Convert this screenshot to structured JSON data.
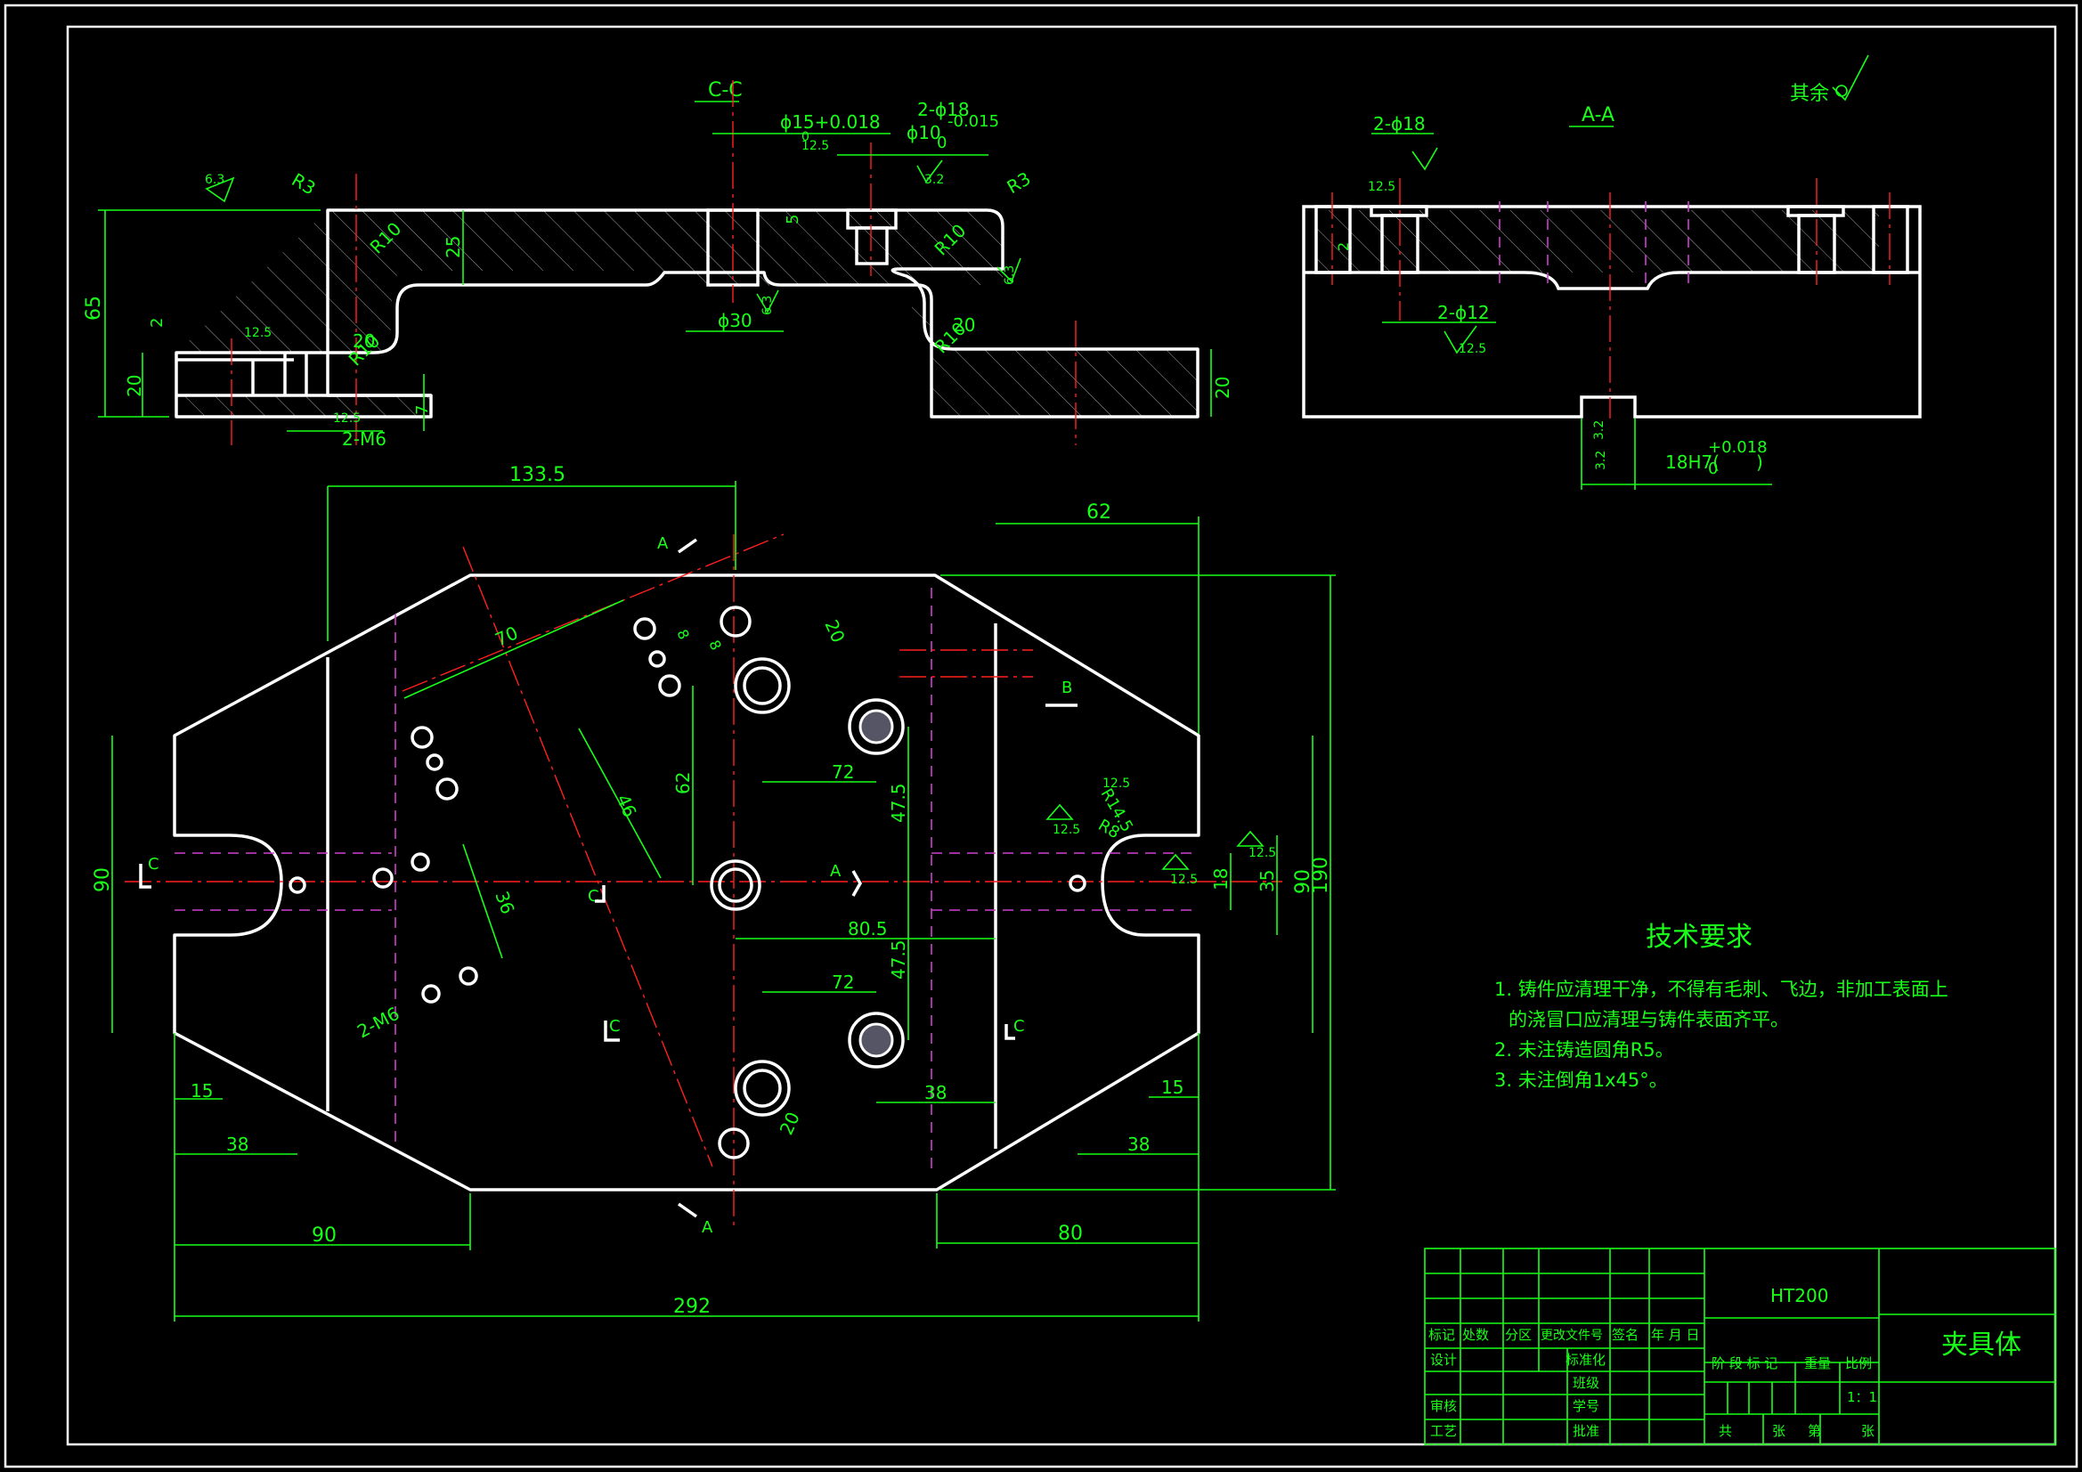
{
  "colors": {
    "background": "#000000",
    "outline": "#ffffff",
    "dimension": "#19ff19",
    "centerline": "#ff2020",
    "hidden": "#d040d0"
  },
  "views": {
    "section_cc": {
      "label": "C-C"
    },
    "section_aa": {
      "label": "A-A"
    }
  },
  "surface_note": "其余",
  "cc_dims": {
    "d15_tol": "ϕ15+0.018",
    "d15_zero": "0",
    "d18": "2-ϕ18",
    "d10": "ϕ10",
    "d10_tol": "-0.015",
    "d10_zero": "0",
    "r3_left": "R3",
    "r3_right": "R3",
    "r10_a": "R10",
    "r10_b": "R10",
    "r10_c": "R10",
    "r10_d": "R10",
    "h65": "65",
    "h25": "25",
    "h5": "5",
    "h2": "2",
    "h20_left": "20",
    "h20_right": "20",
    "h7": "7",
    "w20_a": "20",
    "w20_b": "20",
    "d30": "ϕ30",
    "m6": "2-M6",
    "ra63_a": "6.3",
    "ra63_b": "6.3",
    "ra63_c": "6.3",
    "ra125_a": "12.5",
    "ra125_b": "12.5",
    "ra125_c": "12.5",
    "ra32": "3.2"
  },
  "aa_dims": {
    "d18": "2-ϕ18",
    "d12": "2-ϕ12",
    "ra125_a": "12.5",
    "ra125_b": "12.5",
    "h2": "2",
    "fit": "18H7(",
    "fit_tol": "+0.018",
    "fit_zero": "0",
    "fit_close": ")",
    "ra32_a": "3.2",
    "ra32_b": "3.2"
  },
  "plan_dims": {
    "d133": "133.5",
    "d62_top": "62",
    "d70": "70",
    "d46": "46",
    "d20_a": "20",
    "d20_b": "20",
    "d8_a": "8",
    "d8_b": "8",
    "d62_v": "62",
    "d72_a": "72",
    "d72_b": "72",
    "d47_a": "47.5",
    "d47_b": "47.5",
    "d80_5": "80.5",
    "d36": "36",
    "m6": "2-M6",
    "d90_left": "90",
    "d90_right": "90",
    "d190": "190",
    "d35": "35",
    "d18": "18",
    "d15_l": "15",
    "d15_r": "15",
    "d38_l": "38",
    "d38_r": "38",
    "d38_c": "38",
    "d90_b": "90",
    "d80_b": "80",
    "d292": "292",
    "r14": "R14.5",
    "r8": "R8",
    "ra125_a": "12.5",
    "ra125_b": "12.5",
    "ra125_c": "12.5",
    "ra125_d": "12.5",
    "cut_a_top": "A",
    "cut_a_bot": "A",
    "cut_a_mid": "A",
    "cut_b": "B",
    "cut_c_left": "C",
    "cut_c_right": "C",
    "cut_c_bl": "C",
    "cut_c_mid": "C"
  },
  "tech_req": {
    "title": "技术要求",
    "items": [
      "1. 铸件应清理干净，不得有毛刺、飞边，非加工表面上",
      "的浇冒口应清理与铸件表面齐平。",
      "2. 未注铸造圆角R5。",
      "3. 未注倒角1x45°。"
    ]
  },
  "title_block": {
    "material": "HT200",
    "part_name": "夹具体",
    "h_mark": "标记",
    "h_count": "处数",
    "h_zone": "分区",
    "h_doc": "更改文件号",
    "h_sign": "签名",
    "h_date": "年 月 日",
    "design": "设计",
    "standard": "标准化",
    "class": "班级",
    "review": "审核",
    "student_no": "学号",
    "process": "工艺",
    "approve": "批准",
    "stage": "阶 段 标 记",
    "weight": "重量",
    "scale_h": "比例",
    "scale": "1：1",
    "total": "共",
    "sheets": "张",
    "page": "第",
    "sheet2": "张"
  }
}
